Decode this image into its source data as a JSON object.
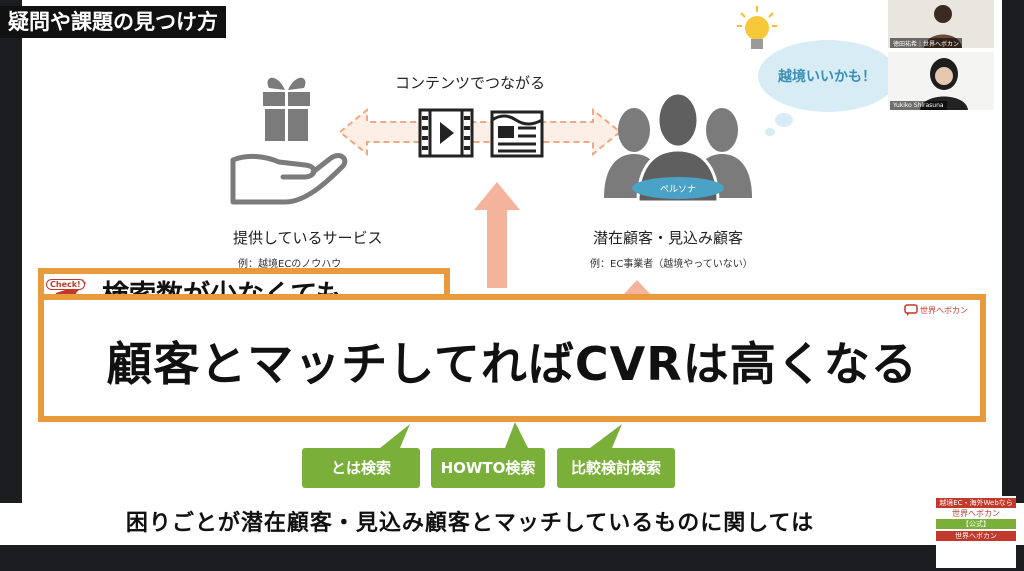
{
  "title_tag": "疑問や課題の見つけ方",
  "diagram": {
    "connector_label": "コンテンツでつながる",
    "left": {
      "label": "提供しているサービス",
      "sublabel": "例：越境ECのノウハウ"
    },
    "right": {
      "label": "潜在顧客・見込み顧客",
      "sublabel": "例：EC事業者（越境やっていない）",
      "badge": "ペルソナ"
    },
    "thought_bubble": "越境いいかも！",
    "buttons": [
      "とは検索",
      "HOWTO検索",
      "比較検討検索"
    ]
  },
  "callout": {
    "check_label": "Check!",
    "headline": "検索数が少なくても",
    "main": "顧客とマッチしてればCVRは高くなる",
    "logo": "世界へボカン"
  },
  "caption": "困りごとが潜在顧客・見込み顧客とマッチしているものに関しては",
  "webcam": {
    "top_name": "徳田祐希｜世界へボカン",
    "bottom_name": "Yukiko Shirasuna"
  },
  "corner": {
    "line1": "越境EC・海外Webなら",
    "line2": "世界へボカン",
    "line3": "【公式】",
    "line4": "世界へボカン"
  },
  "colors": {
    "orange": "#e89a3c",
    "green": "#7ab03a",
    "teal": "#4aa3c7",
    "gray_icon": "#7b7b7b",
    "salmon": "#f4b49b"
  }
}
